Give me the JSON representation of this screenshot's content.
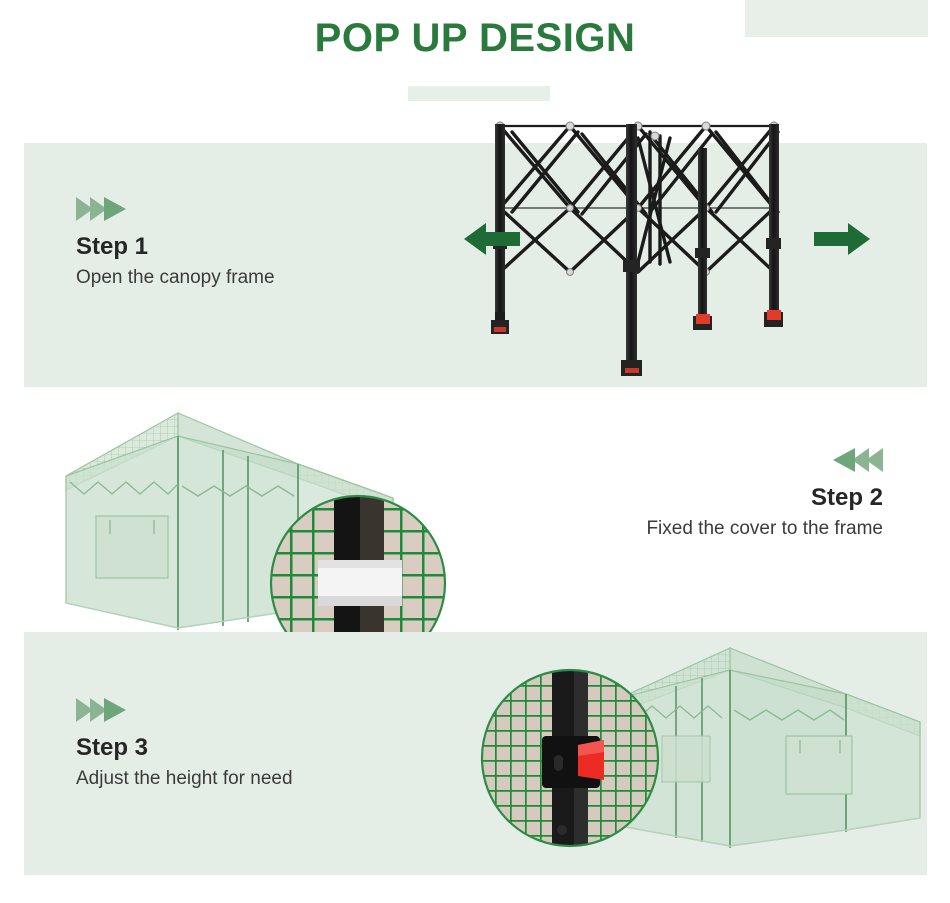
{
  "page": {
    "title": "POP UP DESIGN",
    "background_color": "#ffffff",
    "title_color": "#2b7a3d",
    "panel_color": "#e4eee6",
    "accent_color": "#e8efe9",
    "chevron_color": "#8bb592",
    "arrow_color": "#1e6b35"
  },
  "steps": [
    {
      "id": "step1",
      "title": "Step 1",
      "description": "Open the canopy frame",
      "chevron_icon": "double-chevron-right-icon",
      "text_align": "left",
      "image_alt": "pop-up canopy scissor frame expanded"
    },
    {
      "id": "step2",
      "title": "Step 2",
      "description": "Fixed the cover to the frame",
      "chevron_icon": "double-chevron-left-icon",
      "text_align": "right",
      "image_alt": "green mesh greenhouse with velcro strap detail closeup"
    },
    {
      "id": "step3",
      "title": "Step 3",
      "description": "Adjust the height for need",
      "chevron_icon": "double-chevron-right-icon",
      "text_align": "left",
      "image_alt": "green mesh greenhouse with red height adjustment button closeup"
    }
  ],
  "arrows": {
    "left_icon": "arrow-left-icon",
    "right_icon": "arrow-right-icon"
  },
  "artwork": {
    "frame": {
      "pole_color": "#1b1b1b",
      "foot_accent_color": "#d92b1f",
      "label": "canopy-frame-illustration"
    },
    "greenhouse": {
      "cover_color": "#b9d4bd",
      "mesh_color": "#1f8a3a",
      "label": "greenhouse-illustration"
    },
    "detail_step2": {
      "strap_color": "#f2f2f2",
      "pole_color": "#1a1a1a",
      "label": "velcro-strap-detail"
    },
    "detail_step3": {
      "button_color": "#ec2b25",
      "pole_color": "#1a1a1a",
      "label": "height-adjust-button-detail"
    }
  }
}
